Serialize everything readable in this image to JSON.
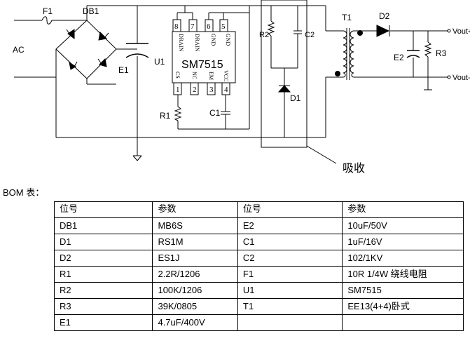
{
  "schematic": {
    "labels": {
      "f1": "F1",
      "db1": "DB1",
      "ac": "AC",
      "e1": "E1",
      "u1": "U1",
      "chip": "SM7515",
      "r1": "R1",
      "c1": "C1",
      "r2": "R2",
      "c2": "C2",
      "d1": "D1",
      "t1": "T1",
      "d2": "D2",
      "e2": "E2",
      "r3": "R3",
      "vout_pos": "Vout+",
      "vout_neg": "Vout-",
      "absorb": "吸收"
    },
    "pins_top": [
      {
        "num": "8",
        "name": "DRAIN"
      },
      {
        "num": "7",
        "name": "DRAIN"
      },
      {
        "num": "6",
        "name": "GND"
      },
      {
        "num": "5",
        "name": "GND"
      }
    ],
    "pins_bottom": [
      {
        "num": "1",
        "name": "CS"
      },
      {
        "num": "2",
        "name": "NC"
      },
      {
        "num": "3",
        "name": "EM"
      },
      {
        "num": "4",
        "name": "VCC"
      }
    ]
  },
  "bom": {
    "caption": "BOM 表：",
    "header": [
      "位号",
      "参数",
      "位号",
      "参数"
    ],
    "rows": [
      [
        "DB1",
        "MB6S",
        "E2",
        "10uF/50V"
      ],
      [
        "D1",
        "RS1M",
        "C1",
        "1uF/16V"
      ],
      [
        "D2",
        "ES1J",
        "C2",
        "102/1KV"
      ],
      [
        "R1",
        "2.2R/1206",
        "F1",
        "10R 1/4W 绕线电阻"
      ],
      [
        "R2",
        "100K/1206",
        "U1",
        "SM7515"
      ],
      [
        "R3",
        "39K/0805",
        "T1",
        "EE13(4+4)卧式"
      ],
      [
        "E1",
        "4.7uF/400V",
        "",
        ""
      ]
    ]
  }
}
